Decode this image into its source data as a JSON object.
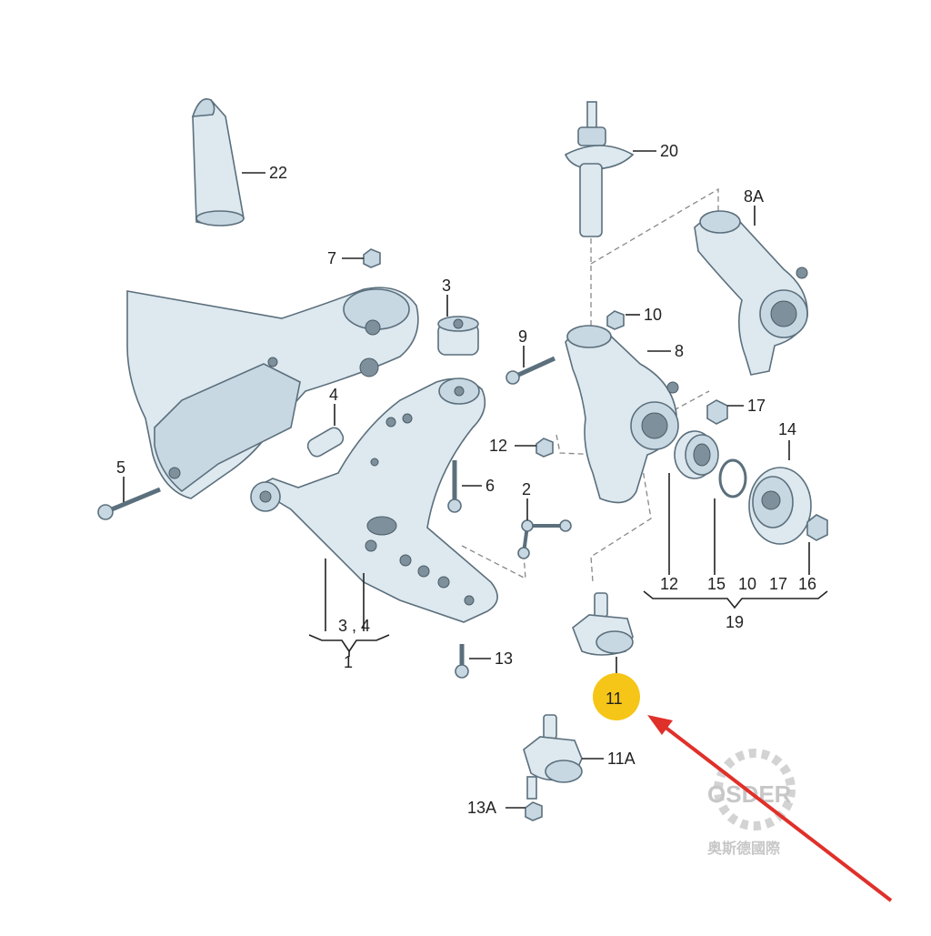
{
  "callouts": {
    "p22": "22",
    "p20": "20",
    "p8A": "8A",
    "p7": "7",
    "p3": "3",
    "p10": "10",
    "p9": "9",
    "p8": "8",
    "p4": "4",
    "p17": "17",
    "p14": "14",
    "p12": "12",
    "p5": "5",
    "p6": "6",
    "p2": "2",
    "p3_4": "3 , 4",
    "p1": "1",
    "p13": "13",
    "p11": "11",
    "p11A": "11A",
    "p13A": "13A"
  },
  "group19": {
    "items": [
      "12",
      "15",
      "10",
      "17",
      "16"
    ],
    "label": "19"
  },
  "highlight": {
    "label": "11",
    "color": "#f5c518"
  },
  "arrow_color": "#e0302a",
  "watermark": {
    "brand": "OSDER",
    "chinese": "奥斯德國際"
  }
}
